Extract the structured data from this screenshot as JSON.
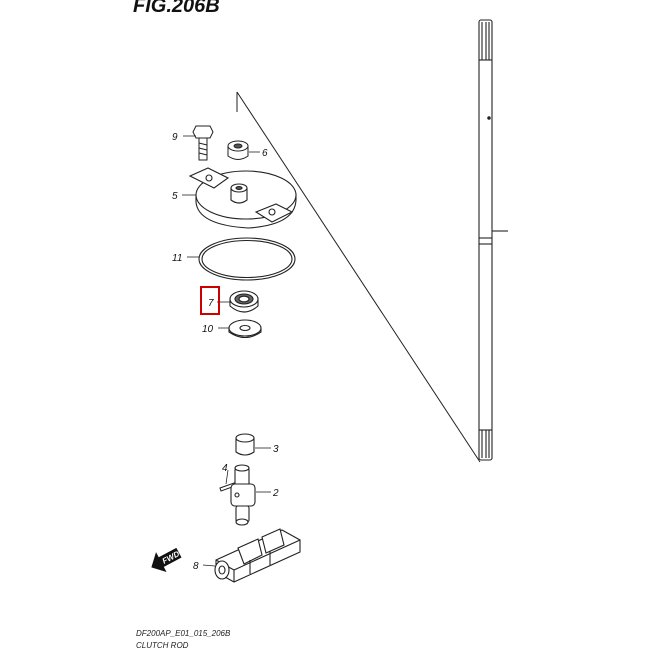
{
  "figure": {
    "title": "FIG.206B",
    "footer_code": "DF200AP_E01_015_206B",
    "footer_name": "CLUTCH ROD"
  },
  "highlight": {
    "color": "#cc0000",
    "part_number": "7"
  },
  "parts": [
    {
      "number": "9",
      "icon": "bolt-icon"
    },
    {
      "number": "6",
      "icon": "grommet-icon"
    },
    {
      "number": "5",
      "icon": "plate-icon"
    },
    {
      "number": "11",
      "icon": "o-ring-icon"
    },
    {
      "number": "7",
      "icon": "oil-seal-icon"
    },
    {
      "number": "10",
      "icon": "washer-icon"
    },
    {
      "number": "3",
      "icon": "bushing-icon"
    },
    {
      "number": "4",
      "icon": "pin-icon"
    },
    {
      "number": "2",
      "icon": "cam-icon"
    },
    {
      "number": "8",
      "icon": "clutch-shifter-icon"
    }
  ],
  "direction_badge": {
    "label": "FWD",
    "icon": "forward-arrow-icon"
  }
}
